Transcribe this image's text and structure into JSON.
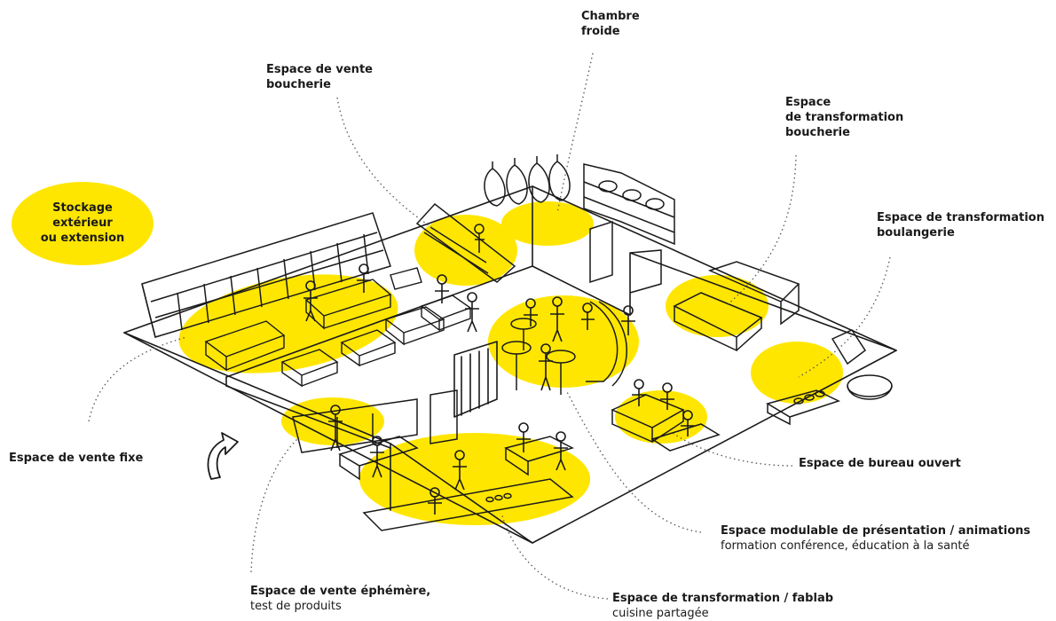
{
  "colors": {
    "highlight": "#FFE600",
    "ink": "#1a1a1a",
    "leader": "#555555"
  },
  "labels": {
    "chambre_froide": "Chambre\nfroide",
    "vente_boucherie": "Espace de vente\nboucherie",
    "transfo_boucherie": "Espace\nde transformation\nboucherie",
    "transfo_boulangerie": "Espace de transformation\nboulangerie",
    "stockage": "Stockage\nextérieur\nou extension",
    "vente_fixe": "Espace de vente fixe",
    "bureau": "Espace de bureau ouvert",
    "modulable_title": "Espace modulable de présentation / animations",
    "modulable_sub": "formation conférence, éducation à la santé",
    "ephemere_title": "Espace de vente éphémère,",
    "ephemere_sub": "test de produits",
    "fablab_title": "Espace de transformation / fablab",
    "fablab_sub": "cuisine partagée"
  },
  "icons": {
    "entrance": "entrance-arrow-icon"
  }
}
